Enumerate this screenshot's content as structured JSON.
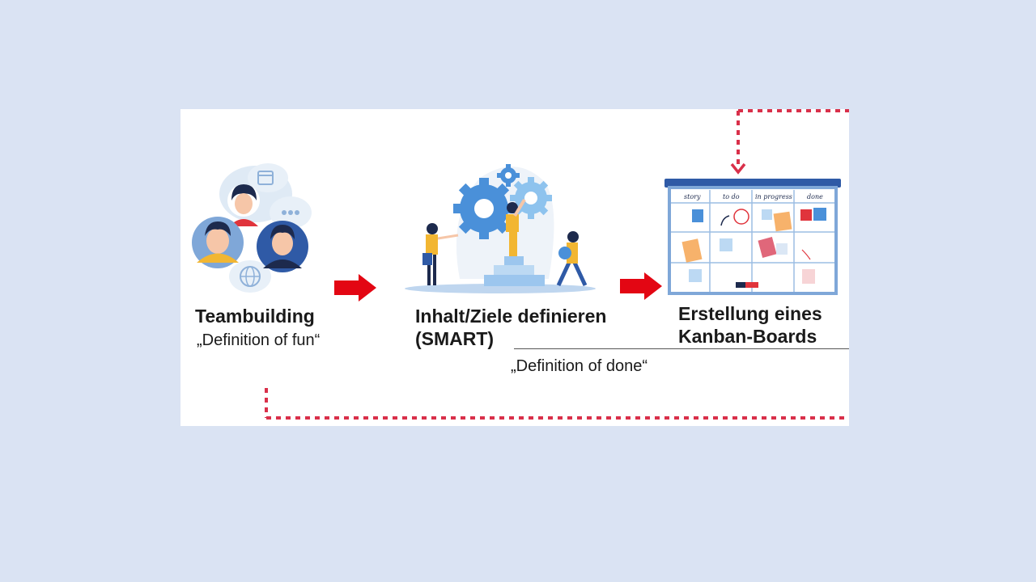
{
  "steps": [
    {
      "title": "Teambuilding",
      "subtitle": "„Definition of fun“"
    },
    {
      "title_line1": "Inhalt/Ziele definieren",
      "title_line2": "(SMART)"
    },
    {
      "title_line1": "Erstellung eines",
      "title_line2": "Kanban-Boards"
    }
  ],
  "shared_note": "„Definition of done“",
  "kanban_columns": [
    "story",
    "to do",
    "in progress",
    "done"
  ],
  "colors": {
    "background": "#dae3f3",
    "arrow": "#e30613",
    "dotted_line": "#d9304a",
    "accent_blue": "#2f5aa6"
  },
  "icons": [
    "team-illustration",
    "gears-illustration",
    "kanban-board-illustration",
    "arrow-right-icon"
  ]
}
